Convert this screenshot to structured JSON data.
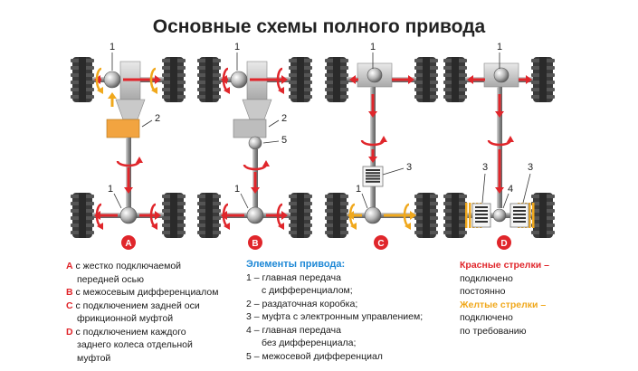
{
  "title": "Основные схемы полного привода",
  "schemes": [
    {
      "letter": "A",
      "labels": {
        "n1_top": "1",
        "n2": "2",
        "n1_bottom": "1"
      }
    },
    {
      "letter": "B",
      "labels": {
        "n1_top": "1",
        "n2": "2",
        "n5": "5",
        "n1_bottom": "1"
      }
    },
    {
      "letter": "C",
      "labels": {
        "n1_top": "1",
        "n3": "3",
        "n1_bottom": "1"
      }
    },
    {
      "letter": "D",
      "labels": {
        "n1_top": "1",
        "n3_left": "3",
        "n3_right": "3",
        "n4": "4"
      }
    }
  ],
  "legend_left": {
    "items": [
      {
        "letter": "A",
        "line1": "с жестко подключаемой",
        "line2": "передней осью"
      },
      {
        "letter": "B",
        "line1": "с межосевым дифференциалом"
      },
      {
        "letter": "C",
        "line1": "с подключением задней оси",
        "line2": "фрикционной муфтой"
      },
      {
        "letter": "D",
        "line1": "с подключением каждого",
        "line2": "заднего колеса отдельной",
        "line3": "муфтой"
      }
    ]
  },
  "legend_mid": {
    "heading": "Элементы привода:",
    "items": [
      {
        "line1": "1 – главная передача",
        "line2": "с дифференциалом;"
      },
      {
        "line1": "2 – раздаточная коробка;"
      },
      {
        "line1": "3 – муфта с электронным управлением;"
      },
      {
        "line1": "4 – главная передача",
        "line2": "без дифференциала;"
      },
      {
        "line1": "5 – межосевой дифференциал"
      }
    ]
  },
  "legend_right": {
    "red_title": "Красные стрелки –",
    "red_l1": "подключено",
    "red_l2": "постоянно",
    "yellow_title": "Желтые стрелки –",
    "yel_l1": "подключено",
    "yel_l2": "по требованию"
  },
  "colors": {
    "red_arrow": "#e0262b",
    "yellow_arrow": "#f0a81c",
    "shaft": "#8c8c8c",
    "gearbox": "#f2a440",
    "transfer_gray": "#bdbdbd",
    "heading_blue": "#1e88d6"
  }
}
